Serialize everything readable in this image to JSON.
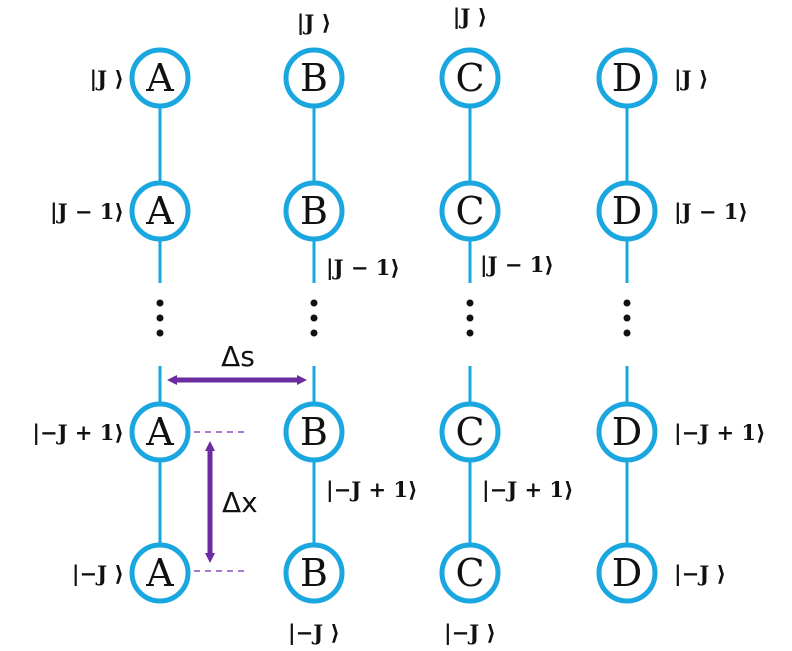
{
  "columns": [
    {
      "letter": "A"
    },
    {
      "letter": "B"
    },
    {
      "letter": "C"
    },
    {
      "letter": "D"
    }
  ],
  "states": {
    "top": "|J ⟩",
    "second": "|J − 1⟩",
    "third": "|−J + 1⟩",
    "bottom": "|−J ⟩"
  },
  "labels": {
    "delta_s": "Δs",
    "delta_x": "Δx"
  },
  "colors": {
    "node_stroke": "#1aa7e0",
    "arrow": "#6a2c9e"
  }
}
